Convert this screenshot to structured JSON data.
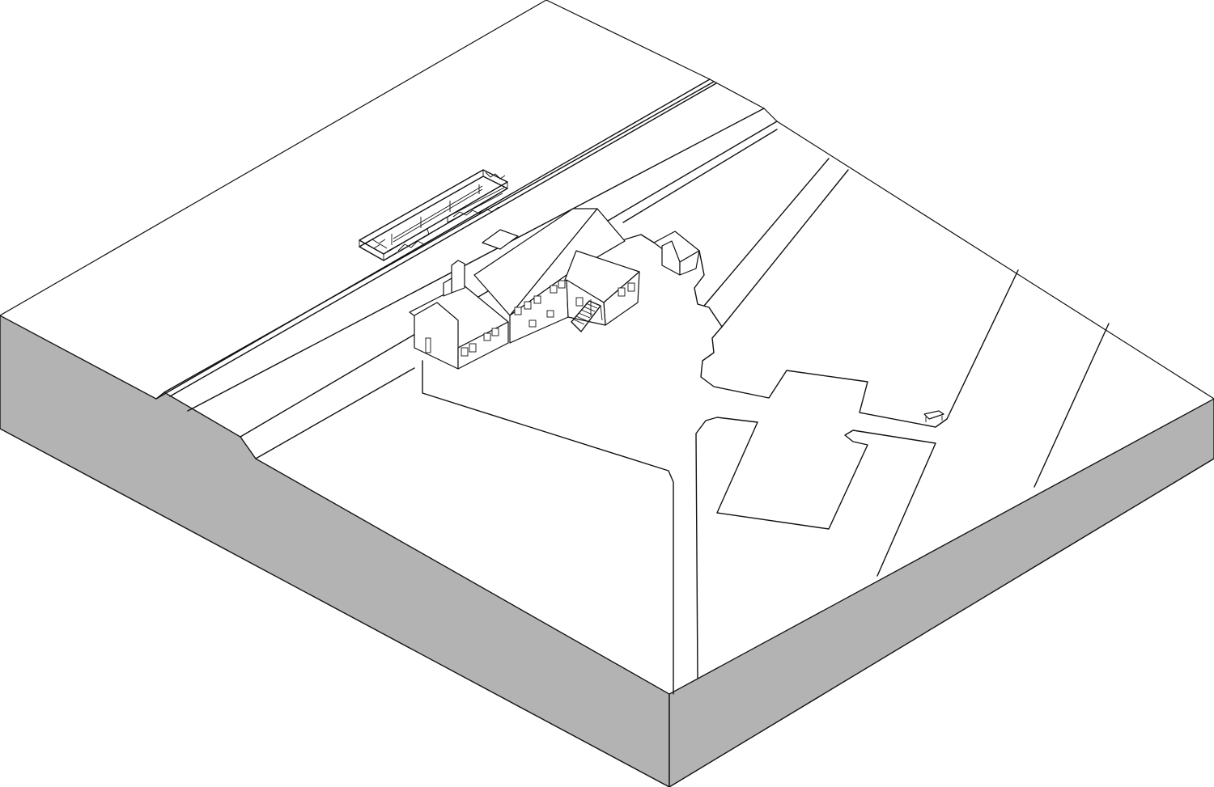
{
  "diagram": {
    "kind": "isometric site block",
    "colors": {
      "surface": "#ffffff",
      "side_face": "#b3b3b3",
      "line": "#111111"
    },
    "elements": [
      "terrain-block",
      "road-embankment",
      "railway-platform-truss",
      "farmhouse",
      "shed",
      "driveway",
      "garden-plots",
      "field-boundaries",
      "bench"
    ]
  }
}
